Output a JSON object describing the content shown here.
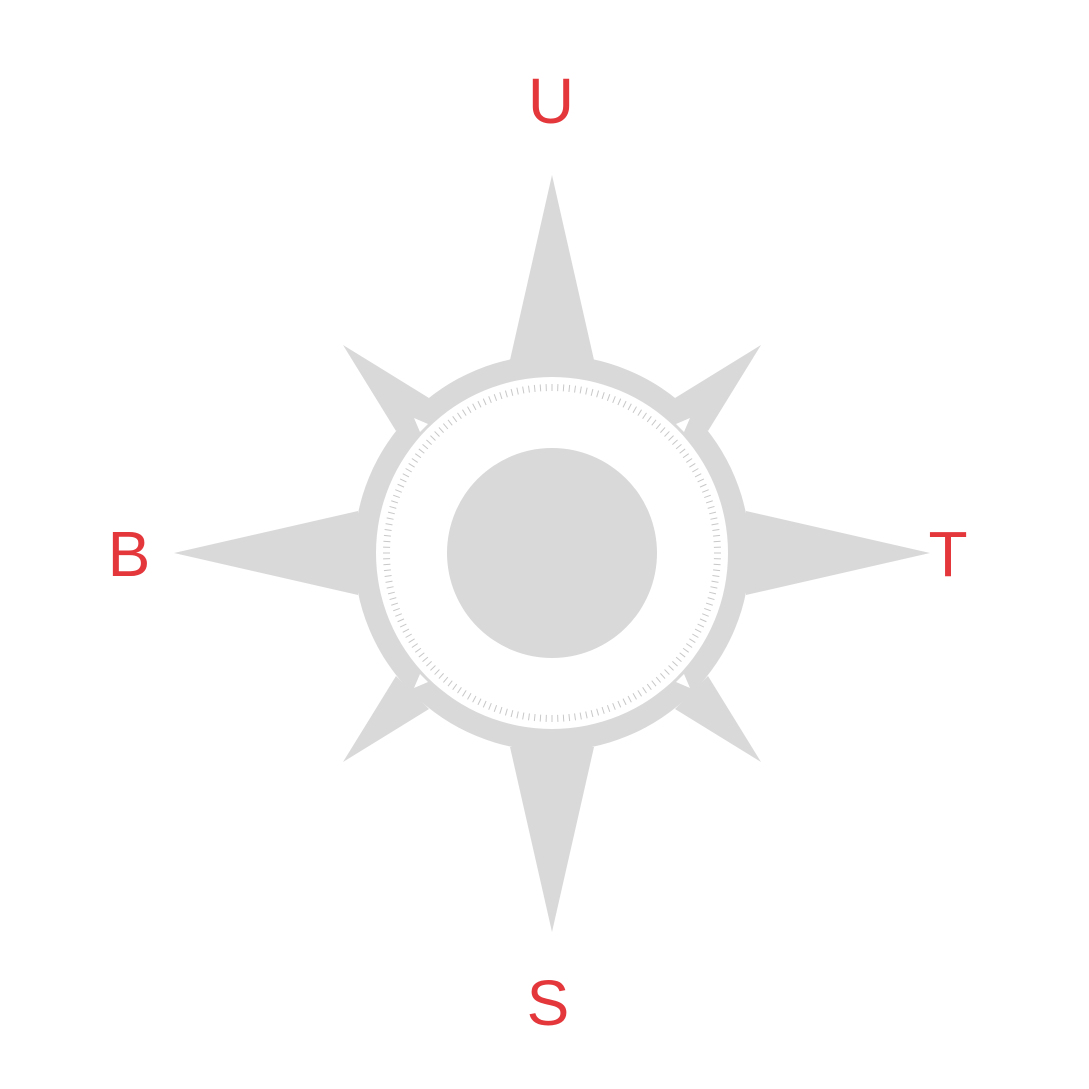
{
  "compass": {
    "labels": {
      "north": "U",
      "east": "T",
      "south": "S",
      "west": "B"
    },
    "colors": {
      "label": "#e3373c",
      "rose": "#d9d9d9",
      "background": "#ffffff",
      "ticks": "#c8c8c8"
    },
    "icons": {
      "rose": "compass-rose-icon",
      "dial": "graduated-dial-icon",
      "center": "center-disc-icon"
    }
  }
}
